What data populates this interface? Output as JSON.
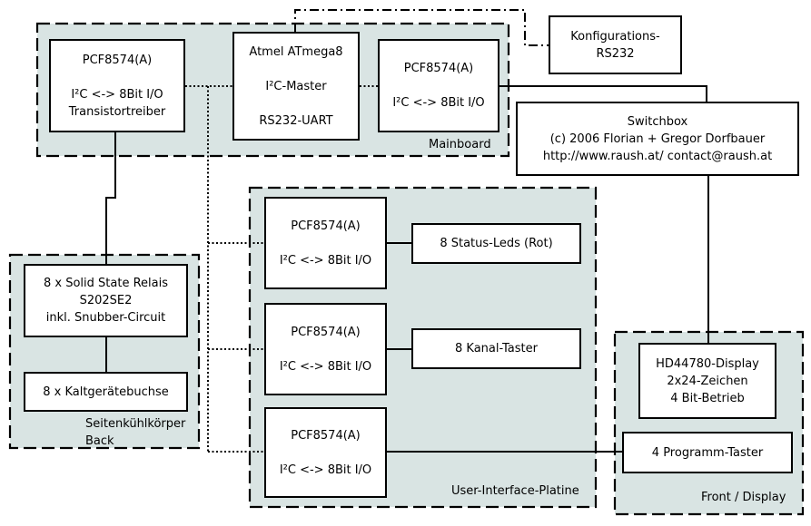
{
  "groups": {
    "mainboard": "Mainboard",
    "seiten_line1": "Seitenkühlkörper",
    "seiten_line2": "Back",
    "ui_platine": "User-Interface-Platine",
    "front": "Front / Display"
  },
  "boxes": {
    "pcf_main_left": {
      "l1": "PCF8574(A)",
      "l2": "I²C <-> 8Bit I/O",
      "l3": "Transistortreiber"
    },
    "atmega": {
      "l1": "Atmel ATmega8",
      "l2": "I²C-Master",
      "l3": "RS232-UART"
    },
    "pcf_main_right": {
      "l1": "PCF8574(A)",
      "l2": "I²C <-> 8Bit I/O"
    },
    "konfig": {
      "l1": "Konfigurations-",
      "l2": "RS232"
    },
    "switchbox": {
      "l1": "Switchbox",
      "l2": "(c) 2006 Florian + Gregor Dorfbauer",
      "l3": "http://www.raush.at/ contact@raush.at"
    },
    "relais": {
      "l1": "8 x Solid State Relais",
      "l2": "S202SE2",
      "l3": "inkl. Snubber-Circuit"
    },
    "kaltgeraete": {
      "l1": "8 x Kaltgerätebuchse"
    },
    "pcf_ui_1": {
      "l1": "PCF8574(A)",
      "l2": "I²C <-> 8Bit I/O"
    },
    "pcf_ui_2": {
      "l1": "PCF8574(A)",
      "l2": "I²C <-> 8Bit I/O"
    },
    "pcf_ui_3": {
      "l1": "PCF8574(A)",
      "l2": "I²C <-> 8Bit I/O"
    },
    "status_leds": {
      "l1": "8 Status-Leds (Rot)"
    },
    "kanal_taster": {
      "l1": "8 Kanal-Taster"
    },
    "display": {
      "l1": "HD44780-Display",
      "l2": "2x24-Zeichen",
      "l3": "4 Bit-Betrieb"
    },
    "programm_taster": {
      "l1": "4 Programm-Taster"
    }
  }
}
